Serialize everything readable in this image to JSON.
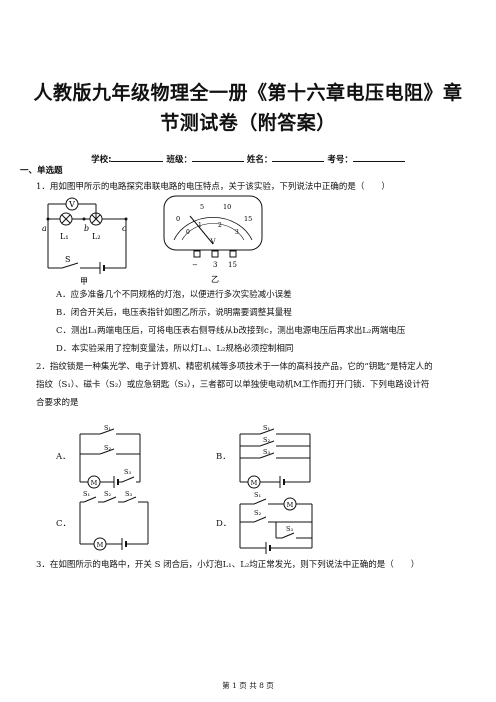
{
  "doc": {
    "title_line1": "人教版九年级物理全一册《第十六章电压电阻》章",
    "title_line2": "节测试卷（附答案）",
    "info": {
      "school": "学校:",
      "class": "班级：",
      "name": "姓名：",
      "number": "考号："
    },
    "section1": "一、单选题",
    "q1": {
      "stem": "1．用如图甲所示的电路探究串联电路的电压特点，关于该实验，下列说法中正确的是（　　）",
      "fig_jia": {
        "caption": "甲",
        "labels": [
          "V",
          "a",
          "b",
          "c",
          "L₁",
          "L₂",
          "S"
        ]
      },
      "fig_yi": {
        "caption": "乙",
        "scale_top": [
          "0",
          "5",
          "10",
          "15"
        ],
        "scale_bottom": [
          "0",
          "1",
          "2",
          "3"
        ],
        "unit": "V",
        "terminals": [
          "−",
          "3",
          "15"
        ]
      },
      "options": [
        "A．应多准备几个不同规格的灯泡，以便进行多次实验减小误差",
        "B．闭合开关后，电压表指针如图乙所示，说明需要调整其量程",
        "C．测出L₁两端电压后，可将电压表右侧导线从b改接到c，测出电源电压后再求出L₂两端电压",
        "D．本实验采用了控制变量法，所以灯L₁、L₂规格必须控制相同"
      ]
    },
    "q2": {
      "stem_lines": [
        "2．指纹锁是一种集光学、电子计算机、精密机械等多项技术于一体的高科技产品，它的“钥匙”是特定人的",
        "指纹（S₁）、磁卡（S₂）或应急钥匙（S₃），三者都可以单独使电动机M工作而打开门锁．下列电路设计符",
        "合要求的是"
      ],
      "options": [
        "A．",
        "B．",
        "C．",
        "D．"
      ],
      "labels": {
        "s1": "S₁",
        "s2": "S₂",
        "s3": "S₃",
        "motor": "M"
      }
    },
    "q3": {
      "stem": "3．在如图所示的电路中，开关 S 闭合后，小灯泡L₁、L₂均正常发光，则下列说法中正确的是（　　）"
    },
    "footer": "第 1 页 共 8 页"
  }
}
